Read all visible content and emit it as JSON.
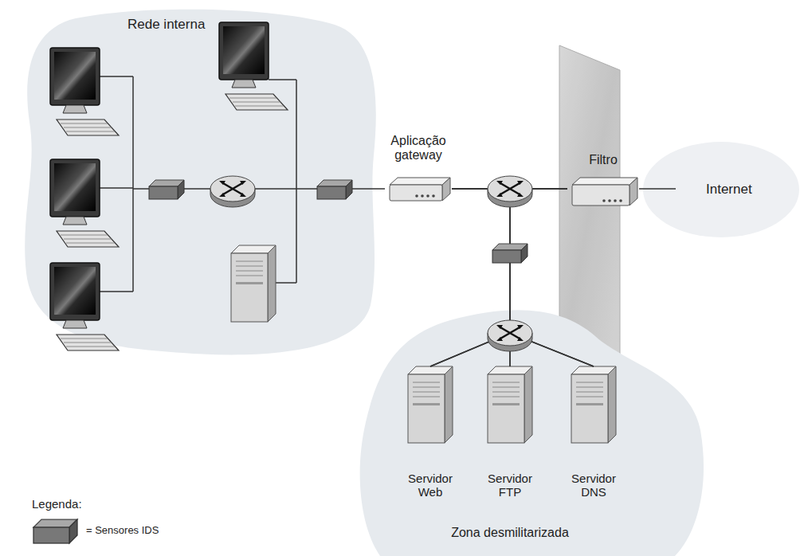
{
  "diagram": {
    "nodes": [
      {
        "text": [
          "Rede interna"
        ]
      },
      {
        "text": [
          "Aplicação gateway"
        ]
      },
      {
        "text": [
          "Filtro"
        ]
      },
      {
        "text": [
          "Zona desmilitarizada"
        ]
      },
      {
        "text": [
          "Servidor Web"
        ],
        "in": 3
      },
      {
        "text": [
          "Servidor FTP"
        ],
        "in": 3
      },
      {
        "text": [
          "Servidor DNS"
        ],
        "in": 3
      }
    ],
    "edges": [
      {
        "from": 0,
        "to": 1,
        "arrow": "none"
      },
      {
        "from": 1,
        "to": 2,
        "arrow": "none"
      },
      {
        "from": 4,
        "to": 1,
        "arrow": "none"
      },
      {
        "from": 4,
        "to": 2,
        "arrow": "none"
      },
      {
        "from": 5,
        "to": 1,
        "arrow": "none"
      },
      {
        "from": 5,
        "to": 2,
        "arrow": "none"
      },
      {
        "from": 6,
        "to": 1,
        "arrow": "none"
      },
      {
        "from": 6,
        "to": 2,
        "arrow": "none"
      }
    ],
    "labels": [
      "Internet",
      "Legenda:"
    ],
    "legend": [
      {
        "text": "= Sensores IDS"
      }
    ]
  }
}
